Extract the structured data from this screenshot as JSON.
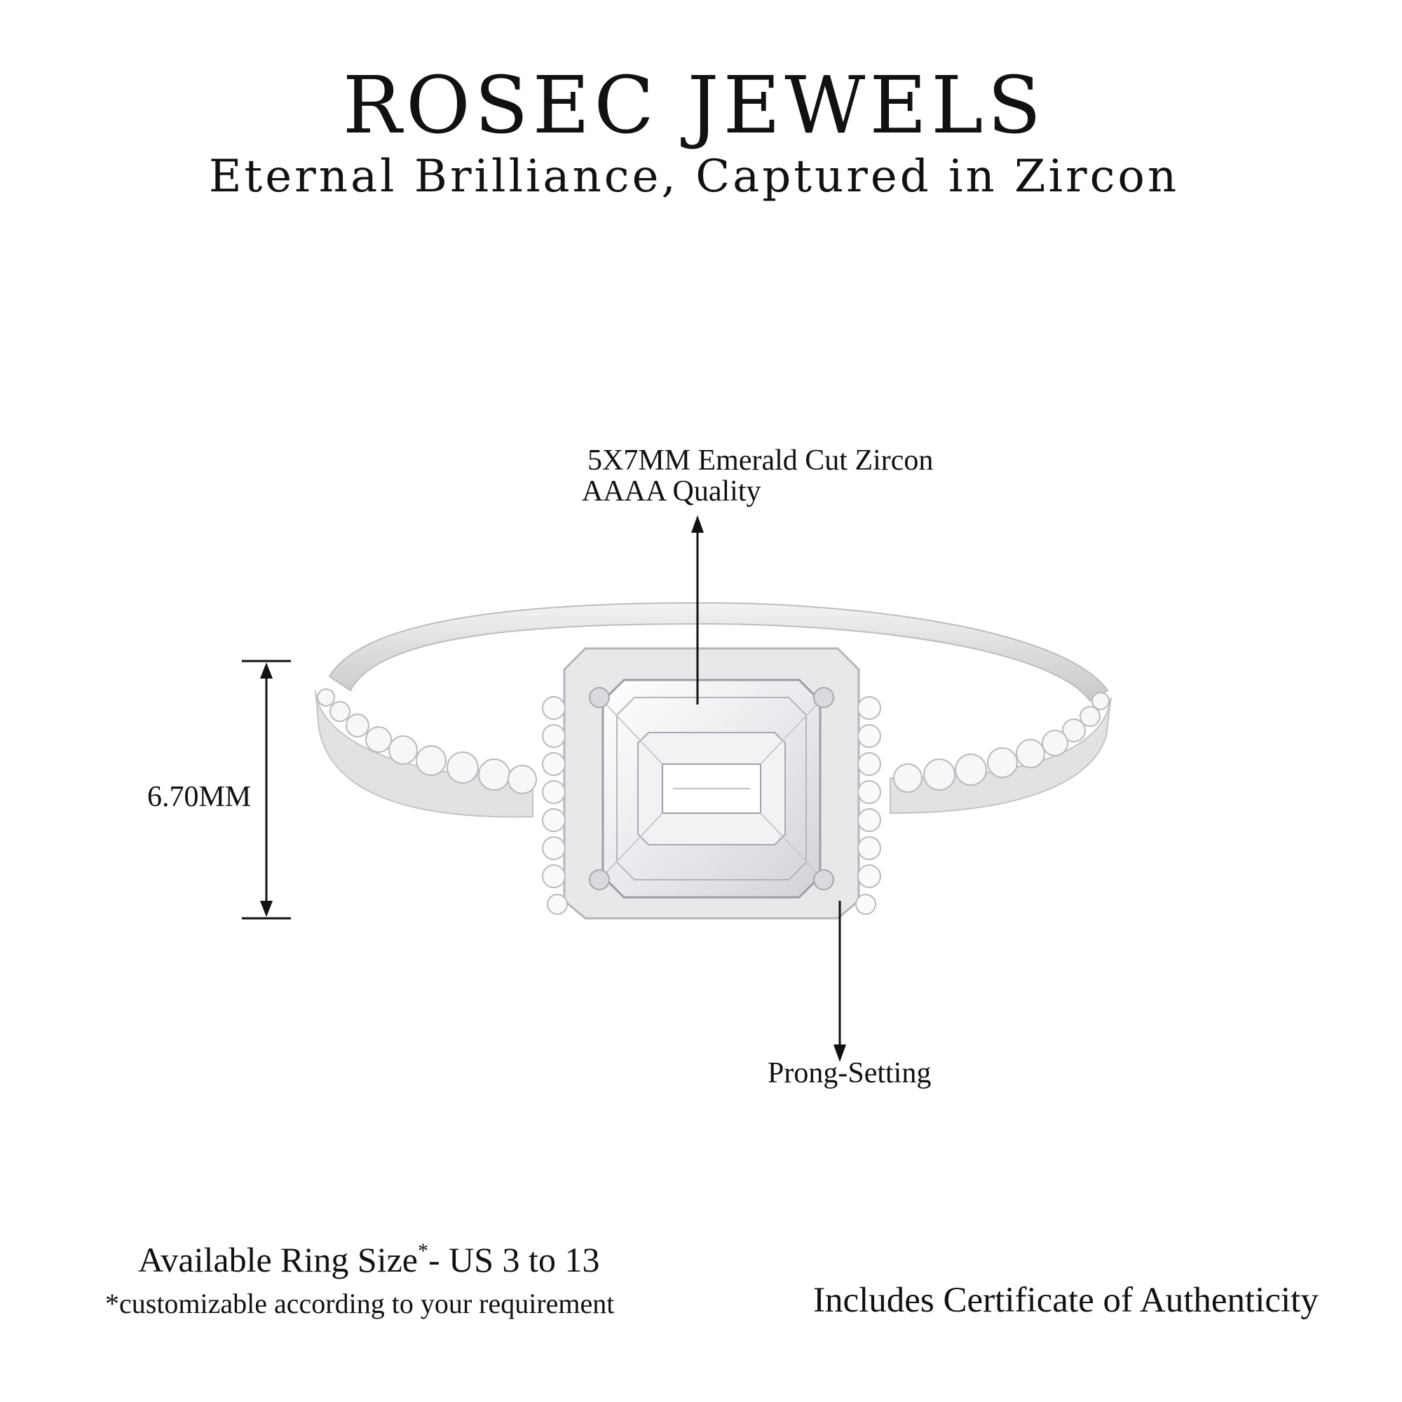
{
  "header": {
    "brand": "ROSEC JEWELS",
    "tagline": "Eternal Brilliance, Captured in Zircon"
  },
  "callouts": {
    "stone_line1": "5X7MM Emerald Cut Zircon",
    "stone_line2": "AAAA Quality",
    "dimension": "6.70MM",
    "setting": "Prong-Setting"
  },
  "footer": {
    "ring_size_label": "Available Ring Size",
    "ring_size_marker": "*",
    "ring_size_value": "- US 3 to 13",
    "custom_note": "*customizable according to your requirement",
    "certificate": "Includes Certificate of Authenticity"
  },
  "colors": {
    "metal": "#e6e6e6",
    "metal_shadow": "#bdbdbd",
    "stone": "#f4f4f6",
    "text": "#111111"
  }
}
